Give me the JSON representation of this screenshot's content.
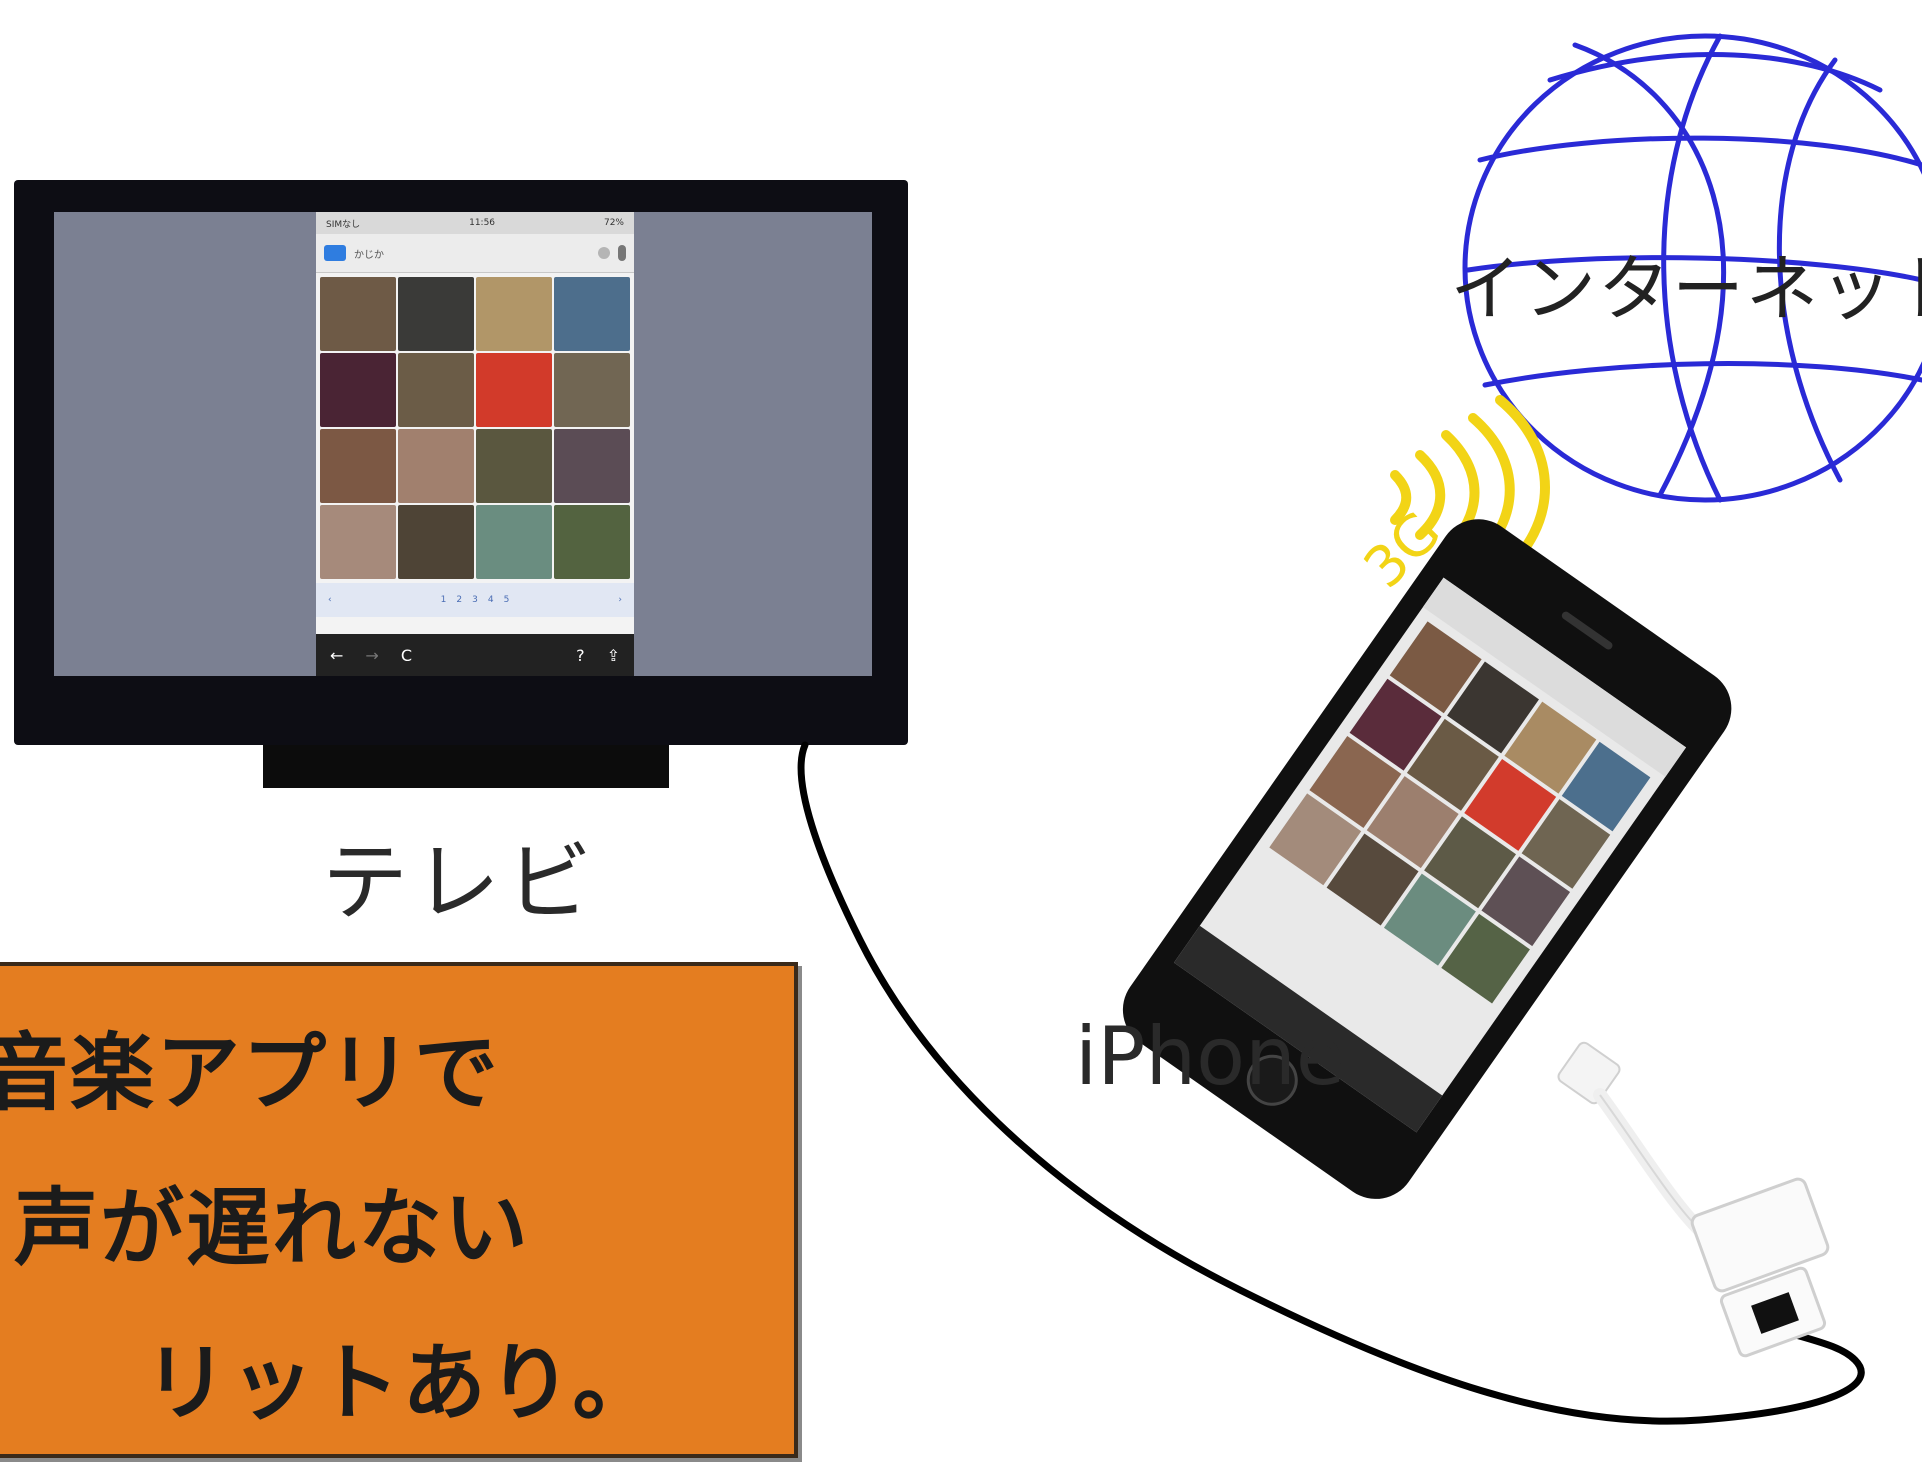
{
  "labels": {
    "tv": "テレビ",
    "iphone": "iPhone",
    "internet": "インターネット",
    "network": "3G"
  },
  "caption": {
    "line1": "音楽アプリで",
    "line2": "声が遅れない",
    "line3": "リットあり。"
  },
  "tv_screen": {
    "status_left": "SIMなし",
    "status_time": "11:56",
    "status_right": "72%",
    "search_query": "かじか",
    "pager_prev": "‹",
    "pager_next": "›",
    "pages": [
      "1",
      "2",
      "3",
      "4",
      "5"
    ],
    "toolbar_left": [
      "←",
      "→",
      "C"
    ],
    "toolbar_right": [
      "?",
      "⇪"
    ]
  },
  "colors": {
    "caption_bg": "#e47d20",
    "globe_line": "#2a2ad6",
    "signal": "#f2d416",
    "tv_frame": "#0d0d14",
    "tv_screen_bg": "#7b8092"
  }
}
